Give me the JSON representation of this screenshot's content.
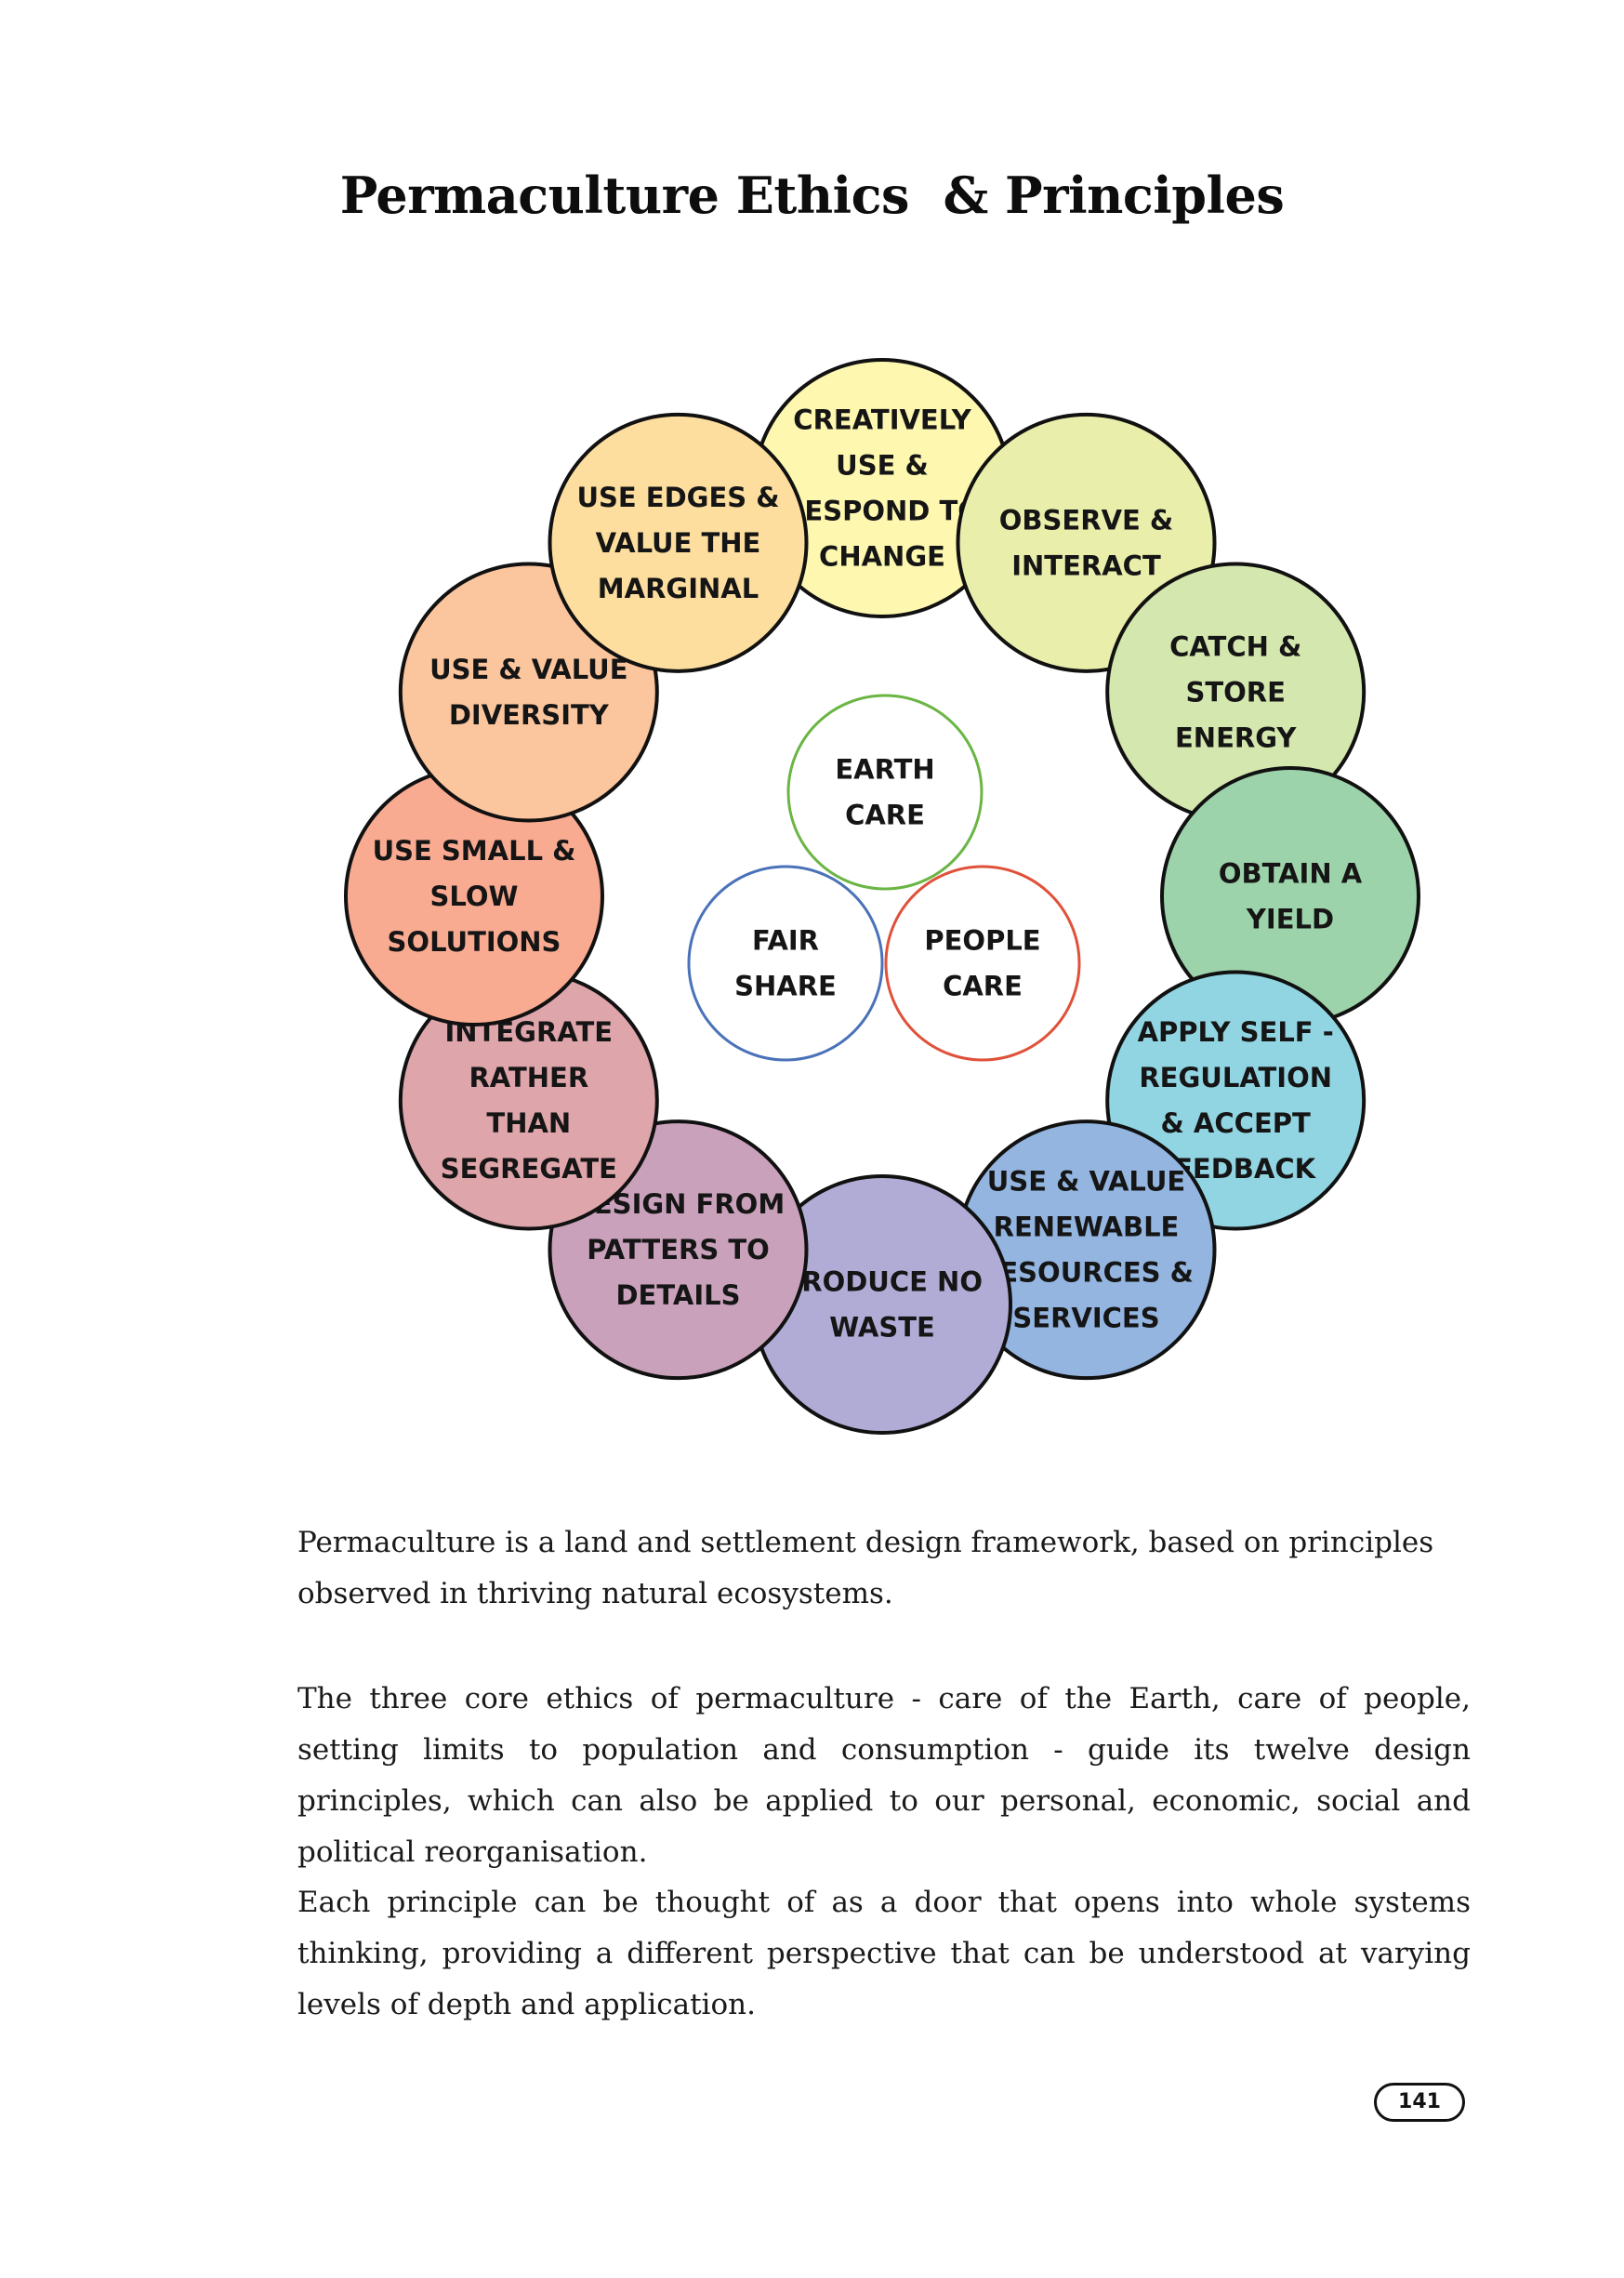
{
  "title": "Permaculture Ethics  & Principles",
  "ethics": [
    {
      "id": "earth-care",
      "lines": [
        "EARTH",
        "CARE"
      ],
      "stroke": "#6ab544"
    },
    {
      "id": "fair-share",
      "lines": [
        "FAIR",
        "SHARE"
      ],
      "stroke": "#4a72b8"
    },
    {
      "id": "people-care",
      "lines": [
        "PEOPLE",
        "CARE"
      ],
      "stroke": "#e0513a"
    }
  ],
  "principles": [
    {
      "id": "creatively-use-respond-to-change",
      "lines": [
        "CREATIVELY",
        "USE &",
        "RESPOND TO",
        "CHANGE"
      ],
      "fill": "#fdf7b0"
    },
    {
      "id": "observe-interact",
      "lines": [
        "OBSERVE &",
        "INTERACT"
      ],
      "fill": "#eaeeab"
    },
    {
      "id": "catch-store-energy",
      "lines": [
        "CATCH &",
        "STORE",
        "ENERGY"
      ],
      "fill": "#d3e7ae"
    },
    {
      "id": "obtain-a-yield",
      "lines": [
        "OBTAIN A",
        "YIELD"
      ],
      "fill": "#9dd3aa"
    },
    {
      "id": "apply-self-regulation",
      "lines": [
        "APPLY SELF -",
        "REGULATION",
        "& ACCEPT",
        "FEEDBACK"
      ],
      "fill": "#91d5e2"
    },
    {
      "id": "use-value-renewable-resources",
      "lines": [
        "USE & VALUE",
        "RENEWABLE",
        "RESOURCES &",
        "SERVICES"
      ],
      "fill": "#93b5e0"
    },
    {
      "id": "produce-no-waste",
      "lines": [
        "PRODUCE NO",
        "WASTE"
      ],
      "fill": "#b1acd6"
    },
    {
      "id": "design-from-patters-to-details",
      "lines": [
        "DESIGN FROM",
        "PATTERS TO",
        "DETAILS"
      ],
      "fill": "#c9a1bb"
    },
    {
      "id": "integrate-rather-than-segregate",
      "lines": [
        "INTEGRATE",
        "RATHER",
        "THAN",
        "SEGREGATE"
      ],
      "fill": "#dea5aa"
    },
    {
      "id": "use-small-slow-solutions",
      "lines": [
        "USE SMALL &",
        "SLOW",
        "SOLUTIONS"
      ],
      "fill": "#f8ab91"
    },
    {
      "id": "use-value-diversity",
      "lines": [
        "USE & VALUE",
        "DIVERSITY"
      ],
      "fill": "#fbc59e"
    },
    {
      "id": "use-edges-value-marginal",
      "lines": [
        "USE EDGES &",
        "VALUE THE",
        "MARGINAL"
      ],
      "fill": "#fdde9f"
    }
  ],
  "paragraphs": {
    "p1": "Permaculture is a land and settlement design framework, based on principles observed in thriving natural ecosystems.",
    "p2": "The three core ethics of permaculture - care of the Earth, care of people, setting limits to population and consumption - guide its twelve design principles, which can also be applied to our personal, economic, social and political reorganisation.",
    "p3": "Each principle can be thought of as a door that opens into whole systems thinking, providing a different perspective that can be understood at varying levels of depth and application."
  },
  "page_number": "141"
}
